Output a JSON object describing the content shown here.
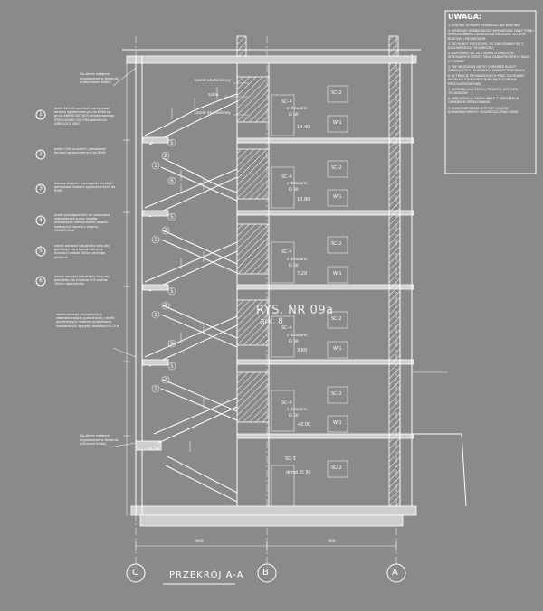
{
  "drawing": {
    "title": "PRZEKRÓJ A-A",
    "axes": [
      "C",
      "B",
      "A"
    ],
    "dims_bottom": [
      "900",
      "900"
    ],
    "watermark_main": "RYS. NR 09a",
    "watermark_sub": "ark. 8"
  },
  "notes": {
    "heading": "UWAGA:",
    "items": [
      "1. RZĘDNE WYMIARY SPRAWDZIĆ NA BUDOWIE",
      "2. WSZELKIE ROZBIEŻNOŚCI WYMIAROWE ORAZ STANU WYMIAROWANIA ODNIESIENIA ZGŁASZAĆ DO BUD. BUDOWY I PROJEKTANTA",
      "3. DO ROBÓT PRZYSTĄPIĆ PO ZAPOZNANIU SIĘ Z DOKUMENTACJĄ TECHNICZNĄ",
      "4. ZAPOZNAĆ SIĘ ZE STANEM ISTNIEJĄCYM WYKONANYCH ROBÓT ORAZ ZABEZPIECZEŃ W RAZIE POTRZEBY",
      "5. NIE WCZEŚNIEJ NIŻ PO ODBIORZE ROBÓT ZANIKAJĄCYCH I SUROWYCH WYKOŃCZENIOWYCH",
      "6. W TRAKCIE PROWADZONYCH PRAC ZACHOWAĆ WSZELKIE STANDARDY BHP ORAZ OCHRONY PRZECIWPOŻAROWEJ",
      "7. INTEGRALNĄ CZĘŚCIĄ PROJEKTU JEST OPIS TECHNICZNY",
      "8. SPECYFIKACJA DRZWI WRAZ Z ZAPISZEM W ODRĘBNYM OPRACOWANIU",
      "9. INWENTARYZACJA DOTYCZY CIĄGÓW KOMUNIKACYJNYCH I ROZMIESZCZENIE OKNA"
    ]
  },
  "legend": {
    "top_note": "Do słonia wstępne wyposażone w siłowniki (oddymianie klatki)",
    "items": [
      {
        "num": "1",
        "text": "belka 2xC100 oczyścić i pomalować farbami ogniochronnymi do R060 np. grunt AMERCOAT 400C międzywarstwa STEELGUARD 550 FMA wierzchnia AMERLOCK 400C"
      },
      {
        "num": "2",
        "text": "belka C200 oczyścić i pomalować farbami ogniochronnymi do R060"
      },
      {
        "num": "3",
        "text": "kloszny stopnie i podciągniki oczyścić i pomalować farbami ogniochronnymi do R060"
      },
      {
        "num": "4",
        "text": "przed przystąpieniem do wykonania zabezpieczeń p.poż. biegów schodowych zdemontować stopnie kwitnących wymiary stopnia 120x15x3cm"
      },
      {
        "num": "5",
        "text": "należy obnożyć balustrady bieg oby pomiędzy nią a balustradą przy ścianach zostało 150cm wolnego przejścia"
      },
      {
        "num": "6",
        "text": "należy obnożyć balustrady bieg oby pomiędzy nią a ścianą SC4 zostało 150cm opoczalnika"
      }
    ],
    "mid_note": "zamierzeniowy przeszklonej o zabezpieczającej przeszklonej z profili aluminiowych mobilnej przeszklonej zawieszonych w szyby zespolone EI-15 ø",
    "bottom_note": "Do słonia wstępne wyposażone w siłowniki (ciśnienie klatki)"
  },
  "facade": {
    "panel1": "panel aluminiowy",
    "glass": "szkło",
    "panel2": "panel aluminiowy"
  },
  "labels": {
    "sc4": "SC-4",
    "sc2": "SC-2",
    "sc3": "SC-3",
    "w1": "W-1",
    "su2": "SU-2",
    "door_note1": "z drzwiami",
    "door_ei": "EI 30",
    "door_bottom": "drzwi EI 30",
    "ground_level": "-0.14"
  },
  "levels": [
    "14.40",
    "10.80",
    "7.20",
    "3.60",
    "+0.00"
  ]
}
